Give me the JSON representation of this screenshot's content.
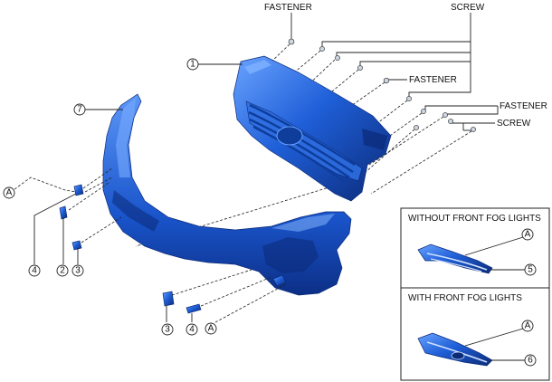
{
  "labels": {
    "fastener": "FASTENER",
    "screw": "SCREW",
    "item_a": "A",
    "item_1": "1",
    "item_2": "2",
    "item_3": "3",
    "item_4": "4",
    "item_5": "5",
    "item_6": "6",
    "item_7": "7"
  },
  "insets": {
    "without_fog": "WITHOUT FRONT FOG LIGHTS",
    "with_fog": "WITH FRONT FOG LIGHTS"
  },
  "colors": {
    "part_blue": "#1f5fd8",
    "part_highlight": "#6aa3ff",
    "part_dark": "#0b2a78"
  }
}
